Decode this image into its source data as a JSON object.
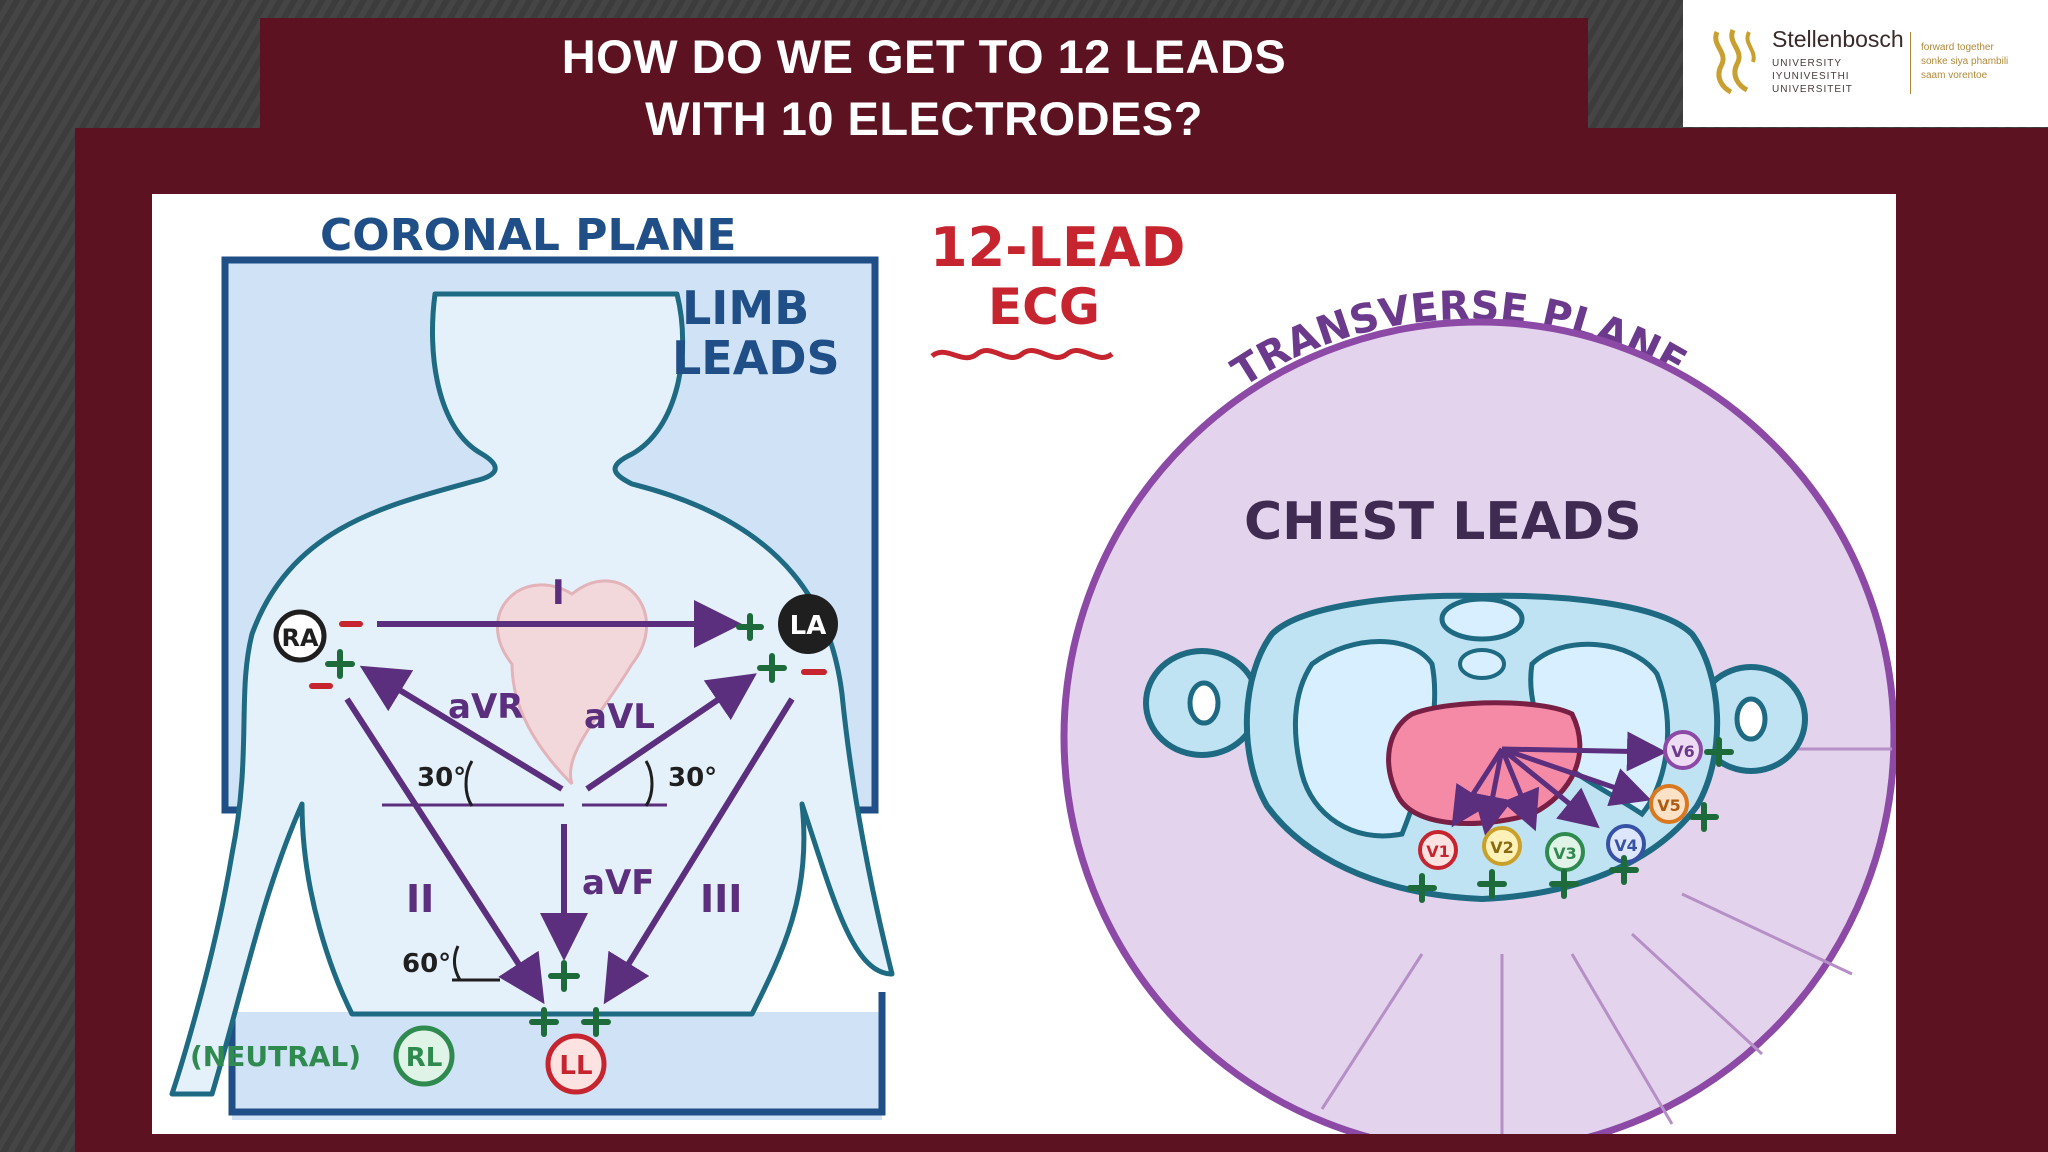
{
  "slide": {
    "title_line1": "HOW DO WE GET TO 12 LEADS",
    "title_line2": "WITH 10 ELECTRODES?"
  },
  "logo": {
    "name": "Stellenbosch",
    "sub1": "UNIVERSITY",
    "sub2": "IYUNIVESITHI",
    "sub3": "UNIVERSITEIT",
    "tag1": "forward together",
    "tag2": "sonke siya phambili",
    "tag3": "saam vorentoe"
  },
  "diagram": {
    "heading": "12-LEAD",
    "heading2": "ECG",
    "coronal": {
      "title": "CORONAL PLANE",
      "box_label1": "LIMB",
      "box_label2": "LEADS",
      "electrodes": {
        "ra": "RA",
        "la": "LA",
        "rl": "RL",
        "ll": "LL"
      },
      "neutral": "(NEUTRAL)",
      "leads": {
        "i": "I",
        "ii": "II",
        "iii": "III",
        "avr": "aVR",
        "avl": "aVL",
        "avf": "aVF"
      },
      "angles": {
        "left30": "30°",
        "right30": "30°",
        "sixty": "60°"
      }
    },
    "transverse": {
      "title": "TRANSVERSE PLANE",
      "label": "CHEST LEADS",
      "electrodes": [
        "V1",
        "V2",
        "V3",
        "V4",
        "V5",
        "V6"
      ]
    },
    "colors": {
      "title_red": "#c6242e",
      "coronal_blue": "#1f4f86",
      "arrow_purple": "#5b2f7d",
      "plus_green": "#1d6b3a",
      "minus_red": "#c6242e",
      "transverse_purple": "#8c4aa6"
    }
  }
}
